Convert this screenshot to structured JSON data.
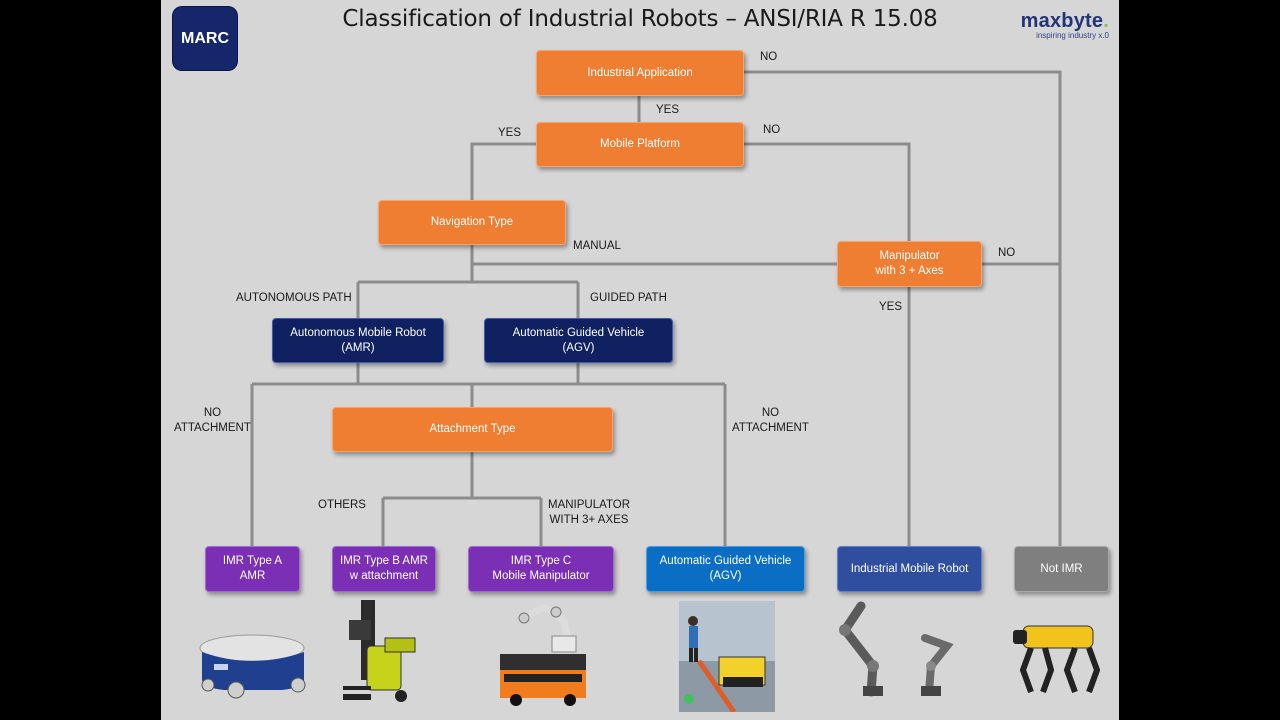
{
  "title": "Classification of Industrial Robots – ANSI/RIA R 15.08",
  "logos": {
    "marc": "MARC",
    "maxbyte_word": "maxbyte",
    "maxbyte_dot": ".",
    "maxbyte_tagline": "inspiring industry x.0"
  },
  "colors": {
    "orange": "#ef7d32",
    "navy": "#0f2161",
    "purple": "#7a2fb5",
    "blue": "#0a6fc4",
    "grey": "#7f7f7f",
    "line": "#8c8c8c"
  },
  "nodes": {
    "industrial_application": "Industrial Application",
    "mobile_platform": "Mobile Platform",
    "navigation_type": "Navigation Type",
    "manipulator": [
      "Manipulator",
      "with 3 + Axes"
    ],
    "amr": [
      "Autonomous Mobile Robot",
      "(AMR)"
    ],
    "agv_mid": [
      "Automatic Guided Vehicle",
      "(AGV)"
    ],
    "attachment_type": "Attachment Type",
    "imr_a": [
      "IMR Type A",
      "AMR"
    ],
    "imr_b": [
      "IMR Type B AMR",
      "w attachment"
    ],
    "imr_c": [
      "IMR Type C",
      "Mobile Manipulator"
    ],
    "agv_bottom": [
      "Automatic Guided Vehicle",
      "(AGV)"
    ],
    "industrial_mobile_robot": "Industrial Mobile Robot",
    "not_imr": "Not IMR"
  },
  "edge_labels": {
    "no_top": "NO",
    "yes_app": "YES",
    "yes_platform": "YES",
    "no_platform": "NO",
    "manual": "MANUAL",
    "no_manip": "NO",
    "yes_manip": "YES",
    "autonomous_path": "AUTONOMOUS PATH",
    "guided_path": "GUIDED PATH",
    "no_attach_left": [
      "NO",
      "ATTACHMENT"
    ],
    "no_attach_right": [
      "NO",
      "ATTACHMENT"
    ],
    "others": "OTHERS",
    "manip_3axes": [
      "MANIPULATOR",
      "WITH 3+ AXES"
    ]
  },
  "images": [
    "amr-robot-icon",
    "pallet-stacker-icon",
    "mobile-manipulator-icon",
    "agv-scene-icon",
    "robot-arms-icon",
    "robot-dog-icon"
  ]
}
